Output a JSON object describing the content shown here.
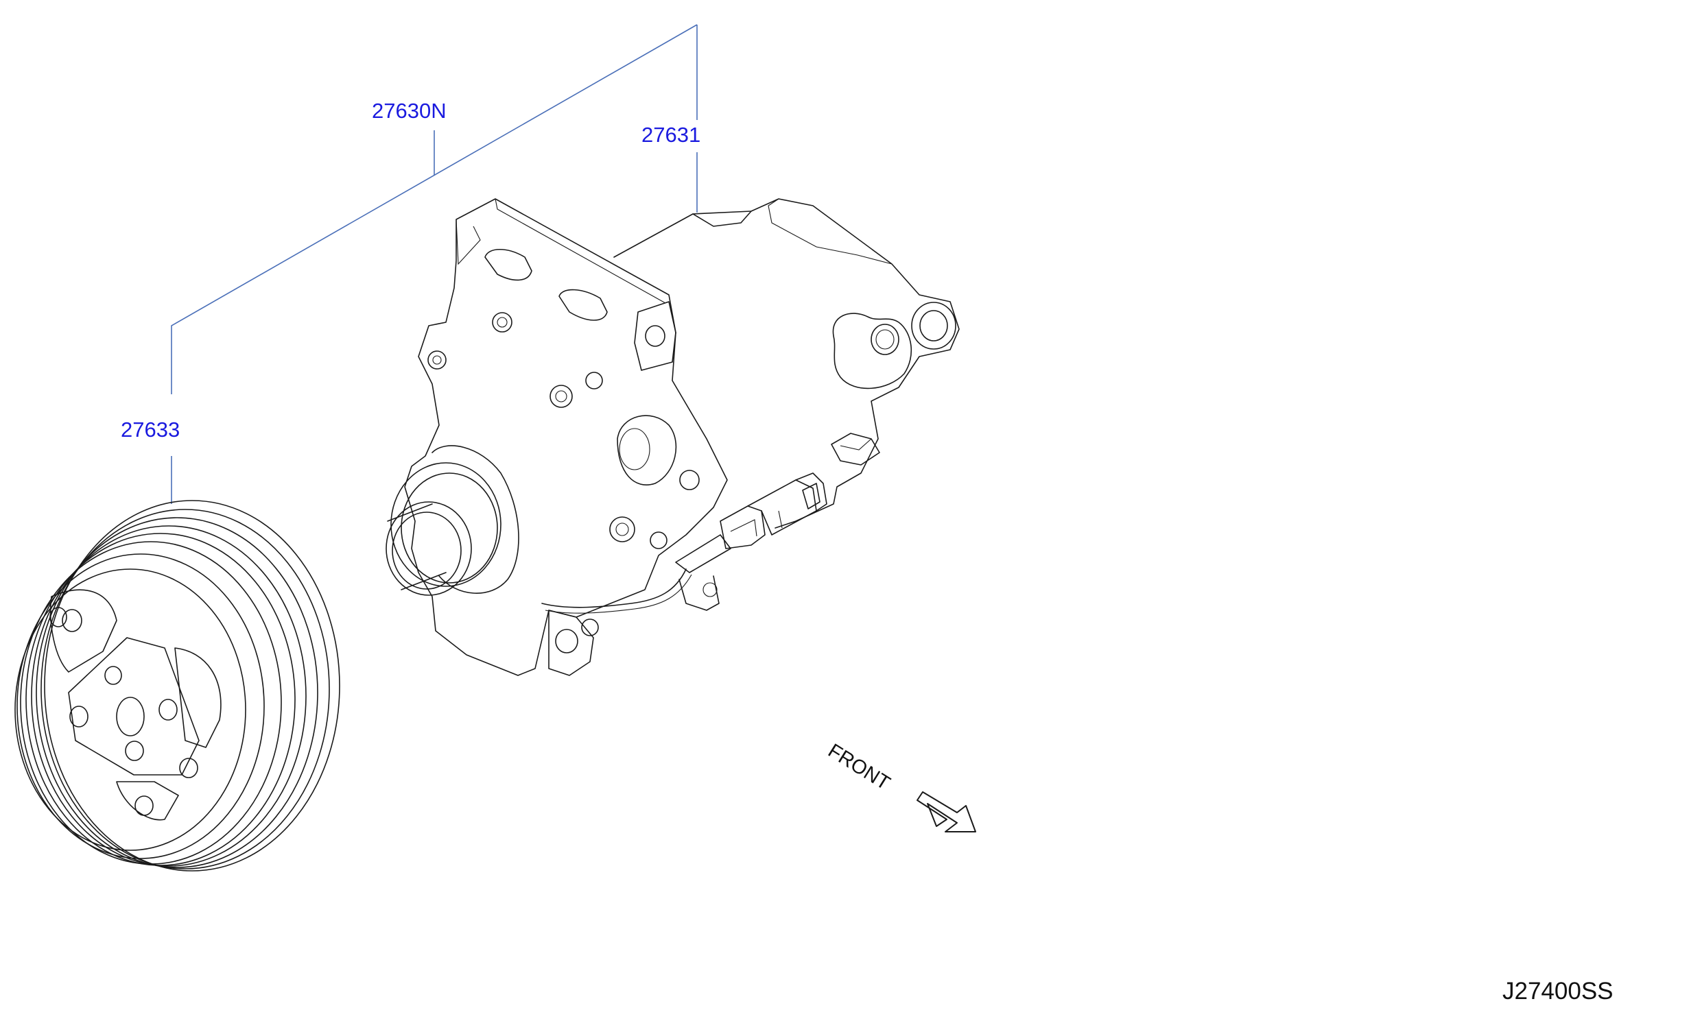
{
  "callouts": {
    "assembly": "27630N",
    "compressor": "27631",
    "clutch": "27633"
  },
  "front_label": "FRONT",
  "diagram_id": "J27400SS",
  "colors": {
    "callout_text": "#1a1adf",
    "leader_line": "#4a6fb8",
    "part_lines": "#1a1a1a",
    "background": "#ffffff"
  }
}
